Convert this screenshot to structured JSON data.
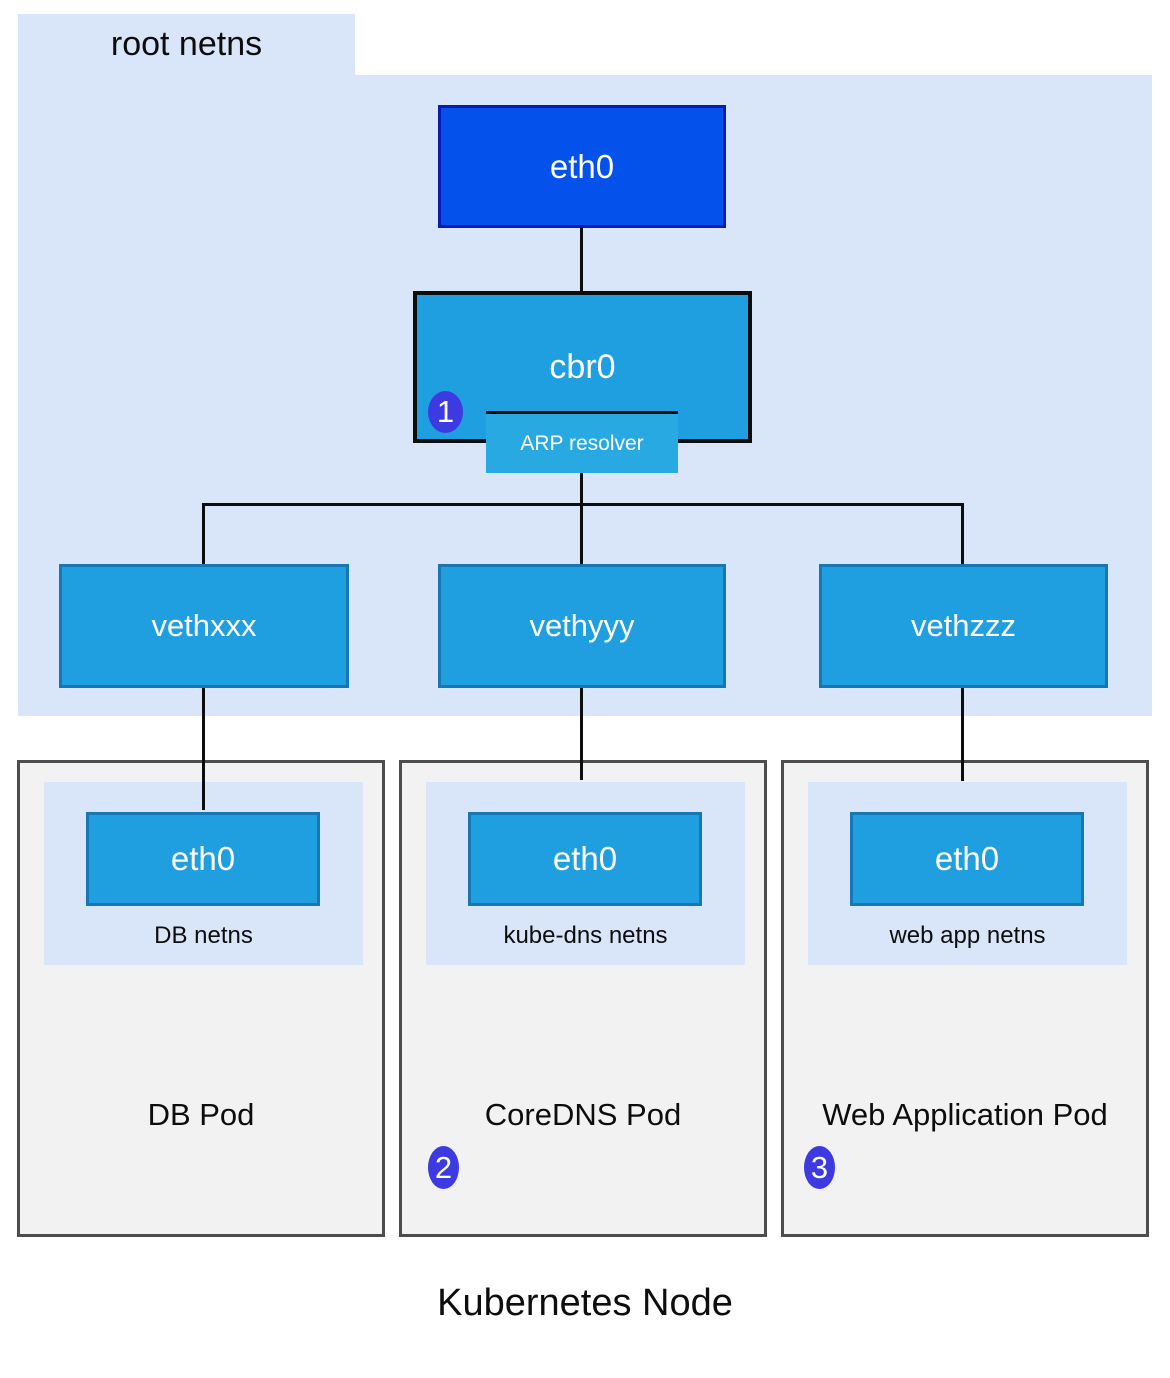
{
  "root_netns": {
    "label": "root netns",
    "eth0": "eth0",
    "bridge": "cbr0",
    "arp": "ARP resolver",
    "veths": [
      "vethxxx",
      "vethyyy",
      "vethzzz"
    ]
  },
  "badges": [
    "1",
    "2",
    "3"
  ],
  "pods": [
    {
      "name": "DB Pod",
      "netns_label": "DB netns",
      "eth": "eth0"
    },
    {
      "name": "CoreDNS Pod",
      "netns_label": "kube-dns netns",
      "eth": "eth0"
    },
    {
      "name": "Web Application Pod",
      "netns_label": "web app netns",
      "eth": "eth0"
    }
  ],
  "footer": {
    "title": "Kubernetes Node"
  },
  "colors": {
    "light_blue": "#d9e6fa",
    "bright_blue": "#0551ec",
    "bright_blue_border": "#0a1caf",
    "cyan": "#1f9fdf",
    "cyan_light": "#29a9e2",
    "cyan_border": "#1777b4",
    "line": "#0d0d0d",
    "pod_bg": "#f2f2f2",
    "pod_border": "#4d4d4d",
    "badge": "#3c3ae0"
  }
}
